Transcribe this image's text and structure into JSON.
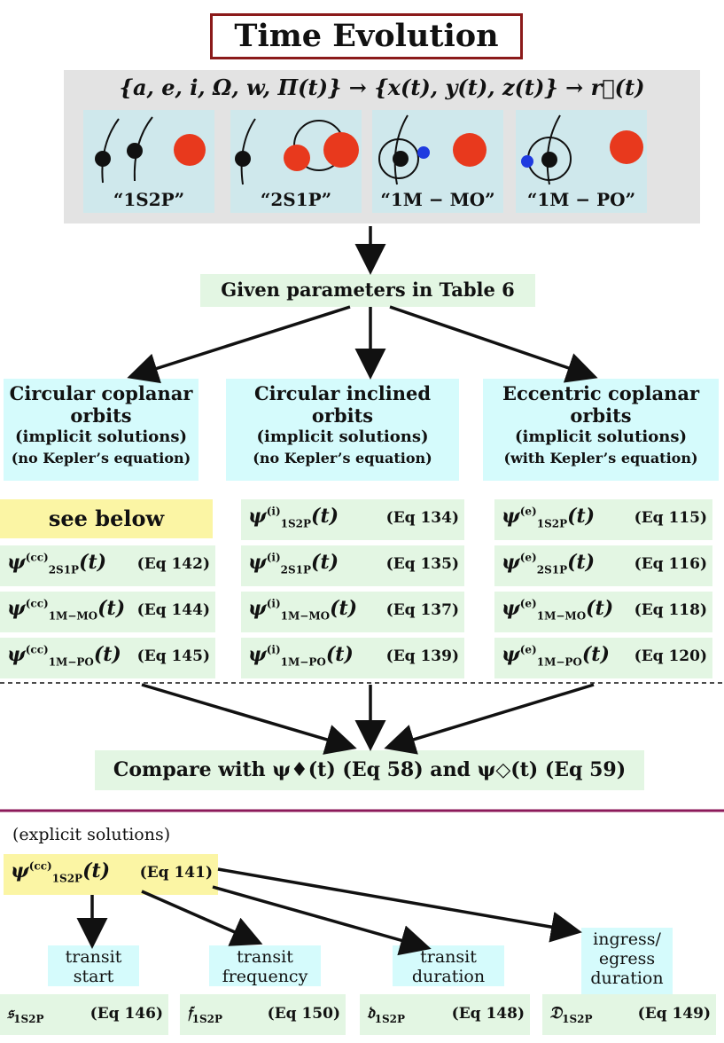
{
  "title": "Time Evolution",
  "top_formula": "{a, e, i, Ω, w, Π(t)} → {x(t), y(t), z(t)} → r⃗(t)",
  "configs": [
    {
      "label": "“1S2P”"
    },
    {
      "label": "“2S1P”"
    },
    {
      "label": "“1M − MO”"
    },
    {
      "label": "“1M − PO”"
    }
  ],
  "given": "Given parameters in Table 6",
  "categories": [
    {
      "line1": "Circular coplanar",
      "line2": "orbits",
      "line3": "(implicit solutions)",
      "line4": "(no Kepler’s equation)"
    },
    {
      "line1": "Circular inclined",
      "line2": "orbits",
      "line3": "(implicit solutions)",
      "line4": "(no Kepler’s equation)"
    },
    {
      "line1": "Eccentric coplanar",
      "line2": "orbits",
      "line3": "(implicit solutions)",
      "line4": "(with Kepler’s equation)"
    }
  ],
  "see_below": "see below",
  "psi": "ψ",
  "t_arg": "(t)",
  "columns": {
    "cc": {
      "sup": "(cc)",
      "rows": [
        {
          "sub": "2S1P",
          "ref": "(Eq 142)"
        },
        {
          "sub": "1M−MO",
          "ref": "(Eq 144)"
        },
        {
          "sub": "1M−PO",
          "ref": "(Eq 145)"
        }
      ]
    },
    "i": {
      "sup": "(i)",
      "rows": [
        {
          "sub": "1S2P",
          "ref": "(Eq 134)"
        },
        {
          "sub": "2S1P",
          "ref": "(Eq 135)"
        },
        {
          "sub": "1M−MO",
          "ref": "(Eq 137)"
        },
        {
          "sub": "1M−PO",
          "ref": "(Eq 139)"
        }
      ]
    },
    "e": {
      "sup": "(e)",
      "rows": [
        {
          "sub": "1S2P",
          "ref": "(Eq 115)"
        },
        {
          "sub": "2S1P",
          "ref": "(Eq 116)"
        },
        {
          "sub": "1M−MO",
          "ref": "(Eq 118)"
        },
        {
          "sub": "1M−PO",
          "ref": "(Eq 120)"
        }
      ]
    }
  },
  "compare": "Compare with ψ♦(t) (Eq 58) and ψ◇(t) (Eq 59)",
  "explicit": "(explicit solutions)",
  "explicit_eq": {
    "sup": "(cc)",
    "sub": "1S2P",
    "ref": "(Eq 141)"
  },
  "tasks": [
    {
      "label": "transit start",
      "symbol": "𝔰",
      "sub": "1S2P",
      "ref": "(Eq 146)"
    },
    {
      "label": "transit frequency",
      "symbol": "𝔣",
      "sub": "1S2P",
      "ref": "(Eq 150)"
    },
    {
      "label": "transit duration",
      "symbol": "𝔡",
      "sub": "1S2P",
      "ref": "(Eq 148)"
    },
    {
      "label": "ingress/ egress duration",
      "symbol": "𝔇",
      "sub": "1S2P",
      "ref": "(Eq 149)"
    }
  ],
  "colors": {
    "title_border": "#8b1a1a",
    "divider": "#8c1a5a",
    "planet": "#e8391d",
    "moon": "#1f3be0",
    "star": "#111111"
  }
}
